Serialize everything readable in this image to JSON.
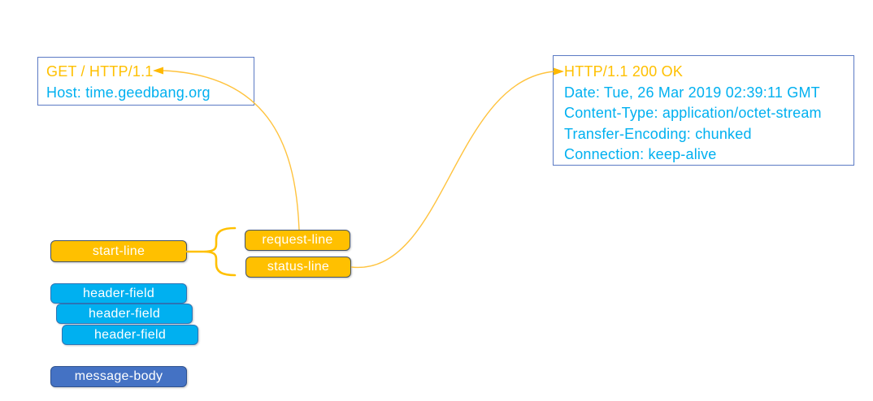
{
  "colors": {
    "accent_orange": "#FFC000",
    "accent_cyan": "#00B0F0",
    "accent_blue": "#4472C4",
    "box_border_dark": "#44546A",
    "textbox_border": "#5B7AC4"
  },
  "request_message": {
    "lines": [
      {
        "text": "GET / HTTP/1.1"
      },
      {
        "text": "Host: time.geedbang.org"
      }
    ]
  },
  "response_message": {
    "lines": [
      {
        "text": "HTTP/1.1 200 OK"
      },
      {
        "text": "Date: Tue, 26 Mar 2019 02:39:11 GMT"
      },
      {
        "text": "Content-Type: application/octet-stream"
      },
      {
        "text": "Transfer-Encoding: chunked"
      },
      {
        "text": "Connection: keep-alive"
      }
    ]
  },
  "structure": {
    "start_line_label": "start-line",
    "request_line_label": "request-line",
    "status_line_label": "status-line",
    "header_field_labels": [
      "header-field",
      "header-field",
      "header-field"
    ],
    "message_body_label": "message-body"
  }
}
